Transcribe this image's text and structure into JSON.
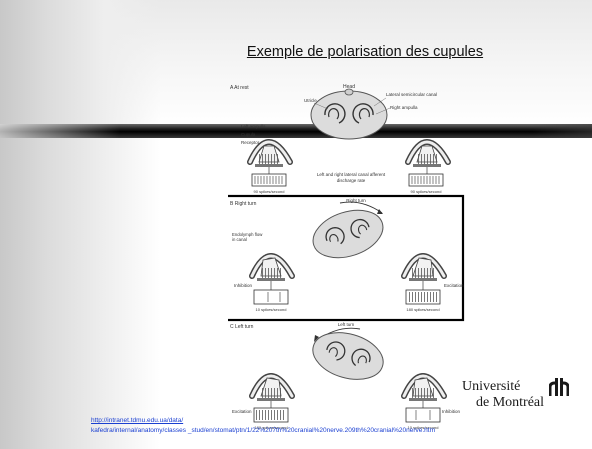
{
  "slide": {
    "title": "Exemple de polarisation des cupules",
    "logo": {
      "line1": "Université",
      "line2": "de Montréal"
    },
    "source": {
      "link": "http://intranet.tdmu.edu.ua/data/",
      "path": "kafedra/internal/anatomy/classes _stud/en/stomat/ptn/1/22%207th%20cranial%20nerve.209th%20cranial%20nerve.htm"
    }
  },
  "figure": {
    "panel_a": {
      "tag": "A  At rest",
      "head": "Head",
      "utricle": "Utricle",
      "lateral_canal": "Lateral semicircular canal",
      "right_ampulla": "Right ampulla",
      "left_ampulla": "Left ampulla",
      "cupula": "Cupula",
      "receptor_cell": "Receptor cell",
      "caption": "Left and right lateral canal afferent discharge rate",
      "left_rate": "90 spikes/second",
      "right_rate": "90 spikes/second"
    },
    "panel_b": {
      "tag": "B  Right turn",
      "turn": "Right turn",
      "endolymph": "Endolymph flow in canal",
      "left_effect": "Inhibition",
      "right_effect": "Excitation",
      "left_rate": "10 spikes/second",
      "right_rate": "180 spikes/second"
    },
    "panel_c": {
      "tag": "C  Left turn",
      "turn": "Left turn",
      "left_effect": "Excitation",
      "right_effect": "Inhibition",
      "left_rate": "180 spikes/second",
      "right_rate": "10 spikes/second"
    }
  },
  "colors": {
    "band": "#000000",
    "link": "#1a3fd1",
    "highlight_box": "#000000"
  }
}
